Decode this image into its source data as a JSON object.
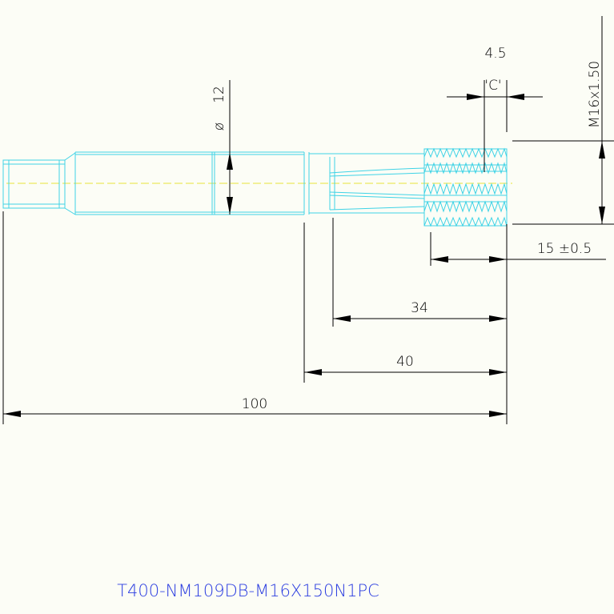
{
  "drawing": {
    "part_number": "T400-NM109DB-M16X150N1PC",
    "dimensions": {
      "overall_length": "100",
      "length_40": "40",
      "length_34": "34",
      "thread_length": "15 ±0.5",
      "chamfer_length": "4.5",
      "chamfer_label": "'C'",
      "shank_diameter_symbol": "ø",
      "shank_diameter": "12",
      "thread_spec": "M16x1.50"
    }
  }
}
